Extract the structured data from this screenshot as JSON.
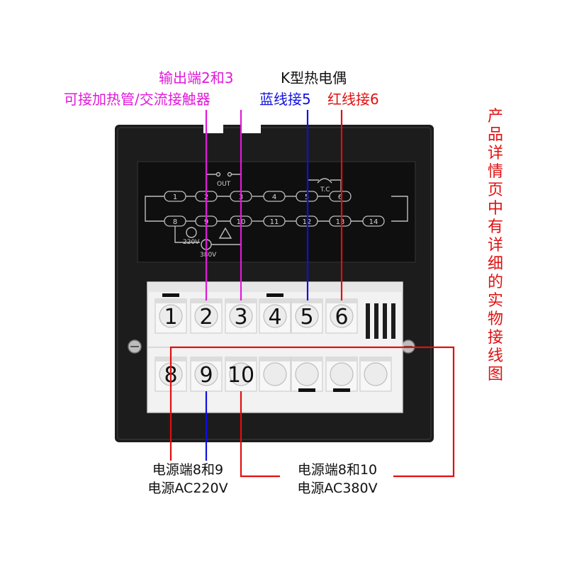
{
  "top_labels": {
    "output_line1": "输出端2和3",
    "output_line2": "可接加热管/交流接触器",
    "thermo_line1": "K型热电偶",
    "thermo_blue": "蓝线接5",
    "thermo_red": "红线接6"
  },
  "side_note": [
    "产",
    "品",
    "详",
    "情",
    "页",
    "中",
    "有",
    "详",
    "细",
    "的",
    "实",
    "物",
    "接",
    "线",
    "图"
  ],
  "panel_diagram": {
    "out_label": "OUT",
    "tc_label": "T.C",
    "voltage_220": "220V",
    "voltage_380": "380V",
    "top_row": [
      "1",
      "2",
      "3",
      "4",
      "5",
      "6"
    ],
    "bottom_row": [
      "8",
      "9",
      "10",
      "11",
      "12",
      "13",
      "14"
    ]
  },
  "terminals": {
    "top_row": [
      "1",
      "2",
      "3",
      "4",
      "5",
      "6"
    ],
    "bottom_row": [
      "8",
      "9",
      "10"
    ]
  },
  "bottom_labels": {
    "left_line1": "电源端8和9",
    "left_line2": "电源AC220V",
    "right_line1": "电源端8和10",
    "right_line2": "电源AC380V"
  },
  "colors": {
    "pink": "#e01ad9",
    "blue": "#1010e0",
    "red": "#e01010",
    "housing": "#1c1c1c",
    "terminal_block": "#f2f2f2"
  }
}
